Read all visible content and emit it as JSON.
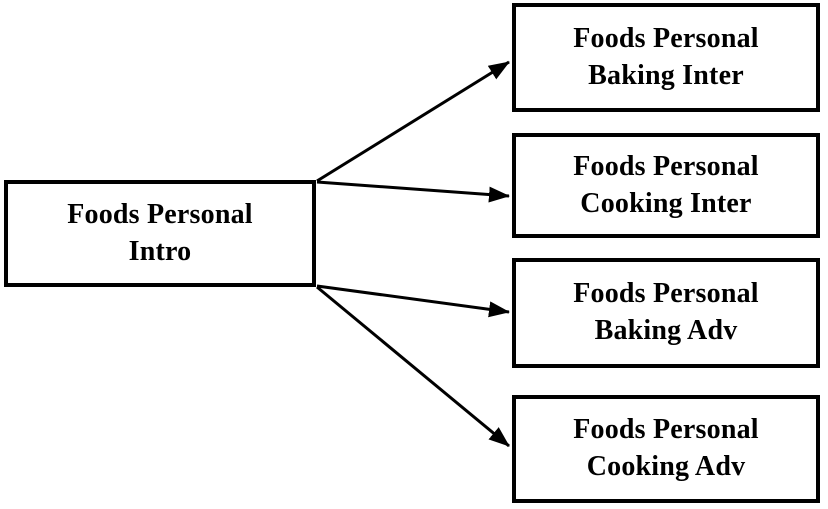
{
  "diagram": {
    "root": {
      "line1": "Foods Personal",
      "line2": "Intro"
    },
    "children": [
      {
        "line1": "Foods Personal",
        "line2": "Baking Inter"
      },
      {
        "line1": "Foods Personal",
        "line2": "Cooking Inter"
      },
      {
        "line1": "Foods Personal",
        "line2": "Baking Adv"
      },
      {
        "line1": "Foods Personal",
        "line2": "Cooking Adv"
      }
    ],
    "edges": [
      {
        "from": "Foods Personal Intro",
        "to": "Foods Personal Baking Inter"
      },
      {
        "from": "Foods Personal Intro",
        "to": "Foods Personal Cooking Inter"
      },
      {
        "from": "Foods Personal Intro",
        "to": "Foods Personal Baking Adv"
      },
      {
        "from": "Foods Personal Intro",
        "to": "Foods Personal Cooking Adv"
      }
    ],
    "colors": {
      "border": "#000000",
      "text": "#000000",
      "arrow": "#000000",
      "background": "#ffffff"
    }
  }
}
